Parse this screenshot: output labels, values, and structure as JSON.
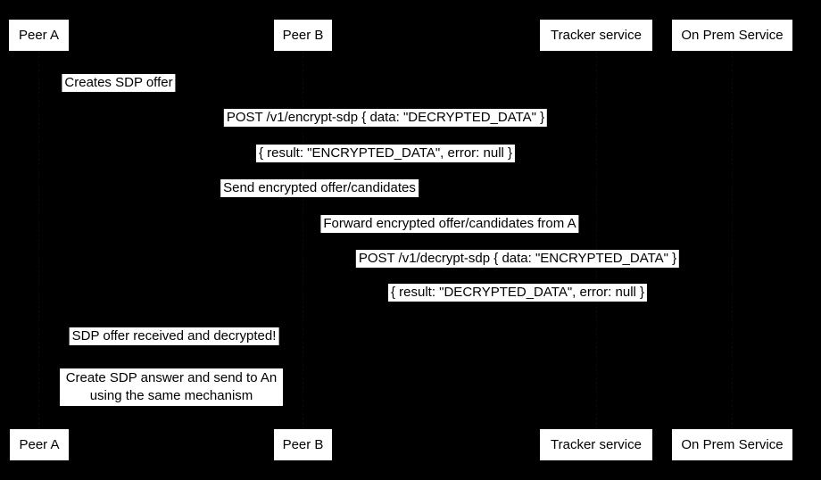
{
  "diagram": {
    "type": "sequence-diagram",
    "colors": {
      "background": "#000000",
      "box_fill": "#ffffff",
      "box_text": "#000000"
    },
    "actors": [
      {
        "label": "Peer A"
      },
      {
        "label": "Peer B"
      },
      {
        "label": "Tracker service"
      },
      {
        "label": "On Prem Service"
      }
    ],
    "messages": [
      "Creates SDP offer",
      "POST /v1/encrypt-sdp { data: \"DECRYPTED_DATA\" }",
      "{ result: \"ENCRYPTED_DATA\", error: null }",
      "Send encrypted offer/candidates",
      "Forward encrypted offer/candidates from A",
      "POST /v1/decrypt-sdp { data: \"ENCRYPTED_DATA\" }",
      "{ result: \"DECRYPTED_DATA\", error: null }",
      "SDP offer received and decrypted!"
    ],
    "note": {
      "line1": "Create SDP answer and send to An",
      "line2": "using the same mechanism"
    }
  }
}
